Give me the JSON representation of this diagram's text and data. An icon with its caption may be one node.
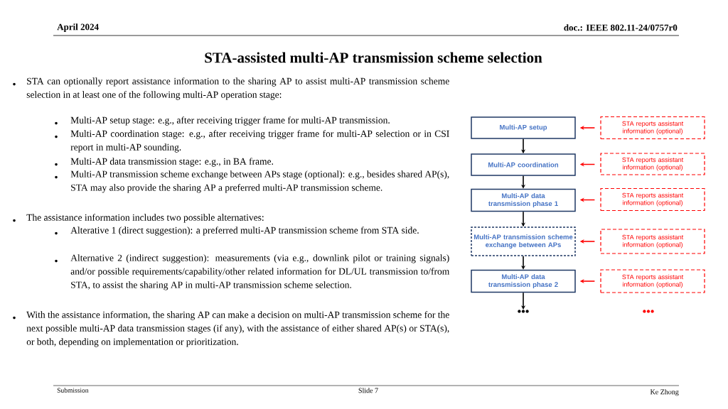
{
  "diagram": {
    "title": "STA-assisted multi-AP transmission scheme selection",
    "nodes": [
      {
        "text": [
          "Multi-AP setup"
        ]
      },
      {
        "text": [
          "Multi-AP coordination"
        ]
      },
      {
        "text": [
          "Multi-AP data transmission phase 1"
        ]
      },
      {
        "text": [
          "Multi-AP transmission scheme exchange between APs"
        ]
      },
      {
        "text": [
          "Multi-AP data transmission phase 2"
        ]
      },
      {
        "text": [
          "STA reports assistant information (optional)"
        ]
      },
      {
        "text": [
          "STA reports assistant information (optional)"
        ]
      },
      {
        "text": [
          "STA reports assistant information (optional)"
        ]
      },
      {
        "text": [
          "STA reports assistant information (optional)"
        ]
      },
      {
        "text": [
          "STA reports assistant information (optional)"
        ]
      },
      {
        "text": [
          "•••"
        ]
      }
    ],
    "edges": [
      {
        "from": 0,
        "to": 1,
        "arrow": "to"
      },
      {
        "from": 1,
        "to": 2,
        "arrow": "to"
      },
      {
        "from": 2,
        "to": 3,
        "arrow": "to"
      },
      {
        "from": 3,
        "to": 4,
        "arrow": "to"
      },
      {
        "from": 4,
        "to": 10,
        "arrow": "to"
      },
      {
        "from": 5,
        "to": 0,
        "arrow": "to",
        "color": "#ff0000"
      },
      {
        "from": 6,
        "to": 1,
        "arrow": "to",
        "color": "#ff0000"
      },
      {
        "from": 7,
        "to": 2,
        "arrow": "to",
        "color": "#ff0000"
      },
      {
        "from": 8,
        "to": 3,
        "arrow": "to",
        "color": "#ff0000"
      },
      {
        "from": 9,
        "to": 4,
        "arrow": "to",
        "color": "#ff0000"
      }
    ],
    "labels": [
      "April 2024",
      "doc.: IEEE 802.11-24/0757r0",
      "STA can optionally report assistance information to the sharing AP to assist multi-AP transmission scheme selection in at least one of the following multi-AP operation stage:",
      "Multi-AP setup stage: e.g., after receiving trigger frame for multi-AP transmission.",
      "Multi-AP coordination stage: e.g., after receiving trigger frame for multi-AP selection or in CSI report in multi-AP sounding.",
      "Multi-AP data transmission stage: e.g., in BA frame.",
      "Multi-AP transmission scheme exchange between APs stage (optional): e.g., besides shared AP(s), STA may also provide the sharing AP a preferred multi-AP transmission scheme.",
      "The assistance information includes two possible alternatives:",
      "Alterative 1 (direct suggestion): a preferred multi-AP transmission scheme from STA side.",
      "Alternative 2 (indirect suggestion): measurements (via e.g., downlink pilot or training signals) and/or possible requirements/capability/other related information for DL/UL transmission to/from STA, to assist the sharing AP in multi-AP transmission scheme selection.",
      "With the assistance information, the sharing AP can make a decision on multi-AP transmission scheme for the next possible multi-AP data transmission stages (if any), with the assistance of either shared AP(s) or STA(s), or both, depending on implementation or prioritization.",
      "•••",
      "Submission",
      "Slide 7",
      "Ke Zhong"
    ]
  }
}
